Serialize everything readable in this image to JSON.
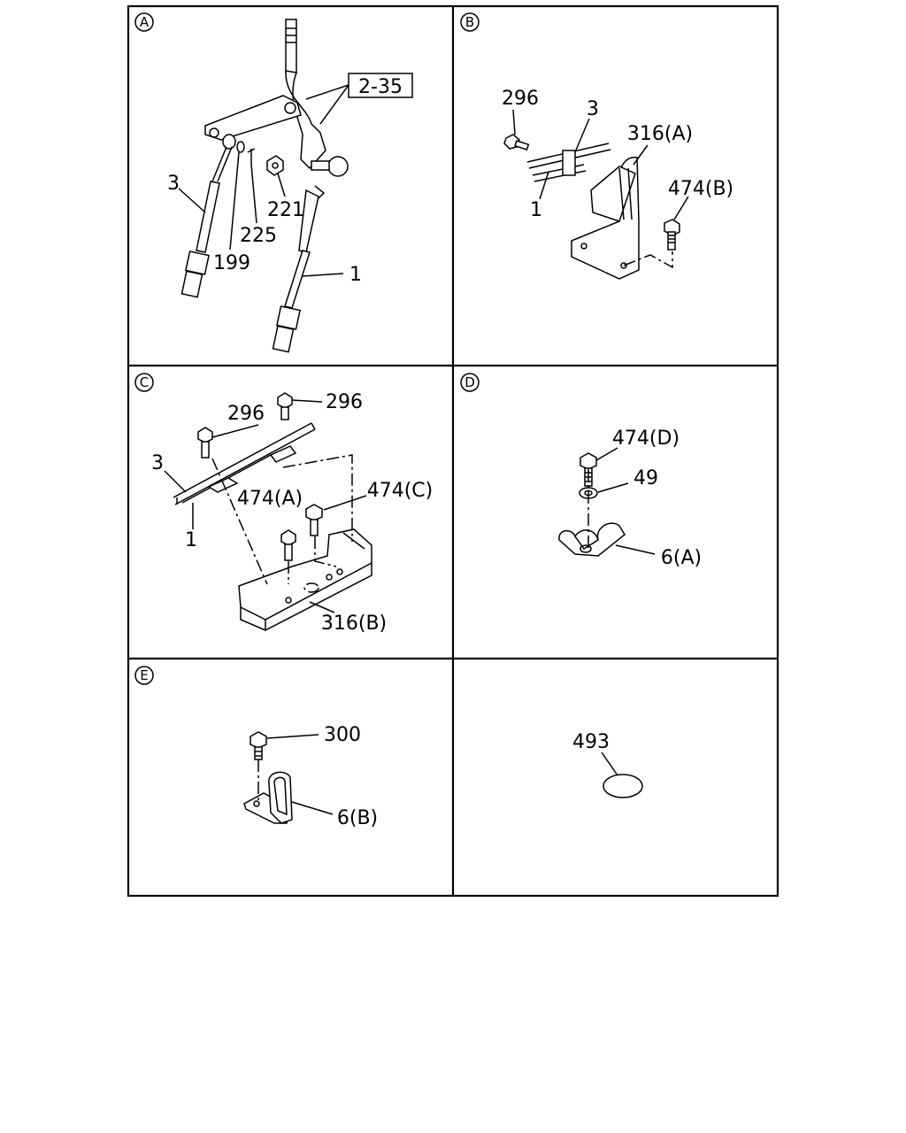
{
  "panels": {
    "a": {
      "letter": "A",
      "labels": {
        "ref": "2-35",
        "p3": "3",
        "p199": "199",
        "p225": "225",
        "p221": "221",
        "p1": "1"
      }
    },
    "b": {
      "letter": "B",
      "labels": {
        "p296": "296",
        "p3": "3",
        "p316a": "316(A)",
        "p474b": "474(B)",
        "p1": "1"
      }
    },
    "c": {
      "letter": "C",
      "labels": {
        "p296a": "296",
        "p296b": "296",
        "p3": "3",
        "p474a": "474(A)",
        "p474c": "474(C)",
        "p1": "1",
        "p316b": "316(B)"
      }
    },
    "d": {
      "letter": "D",
      "labels": {
        "p474d": "474(D)",
        "p49": "49",
        "p6a": "6(A)"
      }
    },
    "e": {
      "letter": "E",
      "labels": {
        "p300": "300",
        "p6b": "6(B)"
      }
    },
    "f": {
      "labels": {
        "p493": "493"
      }
    }
  }
}
